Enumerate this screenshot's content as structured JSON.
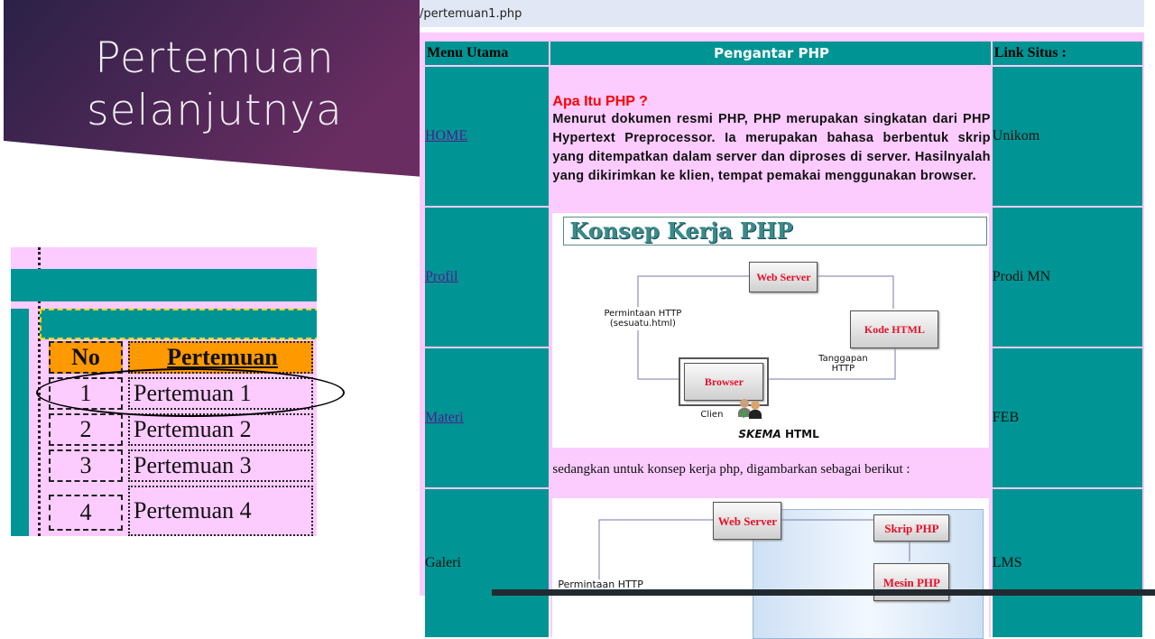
{
  "slide": {
    "title_line1": "Pertemuan",
    "title_line2": "selanjutnya"
  },
  "meeting_table_crop": {
    "headers": [
      "No",
      "Pertemuan"
    ],
    "rows": [
      {
        "no": "1",
        "name": "Pertemuan 1",
        "highlighted": true
      },
      {
        "no": "2",
        "name": "Pertemuan 2"
      },
      {
        "no": "3",
        "name": "Pertemuan 3"
      },
      {
        "no": "4",
        "name": "Pertemuan 4"
      }
    ]
  },
  "browser": {
    "address": "/pertemuan1.php"
  },
  "site": {
    "header": {
      "menu": "Menu Utama",
      "title": "Pengantar PHP",
      "links": "Link Situs :"
    },
    "menu_items": [
      {
        "label": "HOME",
        "is_link": true
      },
      {
        "label": "Profil",
        "is_link": true
      },
      {
        "label": "Materi",
        "is_link": true
      },
      {
        "label": "Galeri",
        "is_link": false
      }
    ],
    "link_items": [
      "Unikom",
      "Prodi MN",
      "FEB",
      "LMS"
    ],
    "content": {
      "heading": "Apa Itu PHP ?",
      "paragraph": "Menurut dokumen resmi PHP, PHP merupakan singkatan dari PHP Hypertext Preprocessor. Ia merupakan bahasa berbentuk skrip yang ditempatkan dalam server dan diproses di server. Hasilnyalah yang dikirimkan ke klien, tempat pemakai menggunakan browser.",
      "diagram1": {
        "title": "Konsep Kerja PHP",
        "web_server": "Web Server",
        "kode_html": "Kode HTML",
        "browser": "Browser",
        "request_label": "Permintaan HTTP (sesuatu.html)",
        "response_label": "Tanggapan HTTP",
        "client_label": "Clien",
        "caption_italic": "SKEMA",
        "caption_rest": " HTML"
      },
      "description": "sedangkan untuk konsep kerja php, digambarkan sebagai berikut :",
      "diagram2": {
        "web_server": "Web Server",
        "skrip_php": "Skrip PHP",
        "mesin_php": "Mesin PHP",
        "request_label": "Permintaan HTTP"
      }
    }
  },
  "colors": {
    "teal": "#009494",
    "pink": "#fccbff",
    "orange": "#ff9900",
    "heading_red": "#ff0000",
    "banner_start": "#2b2147",
    "banner_end": "#6a2d62"
  }
}
